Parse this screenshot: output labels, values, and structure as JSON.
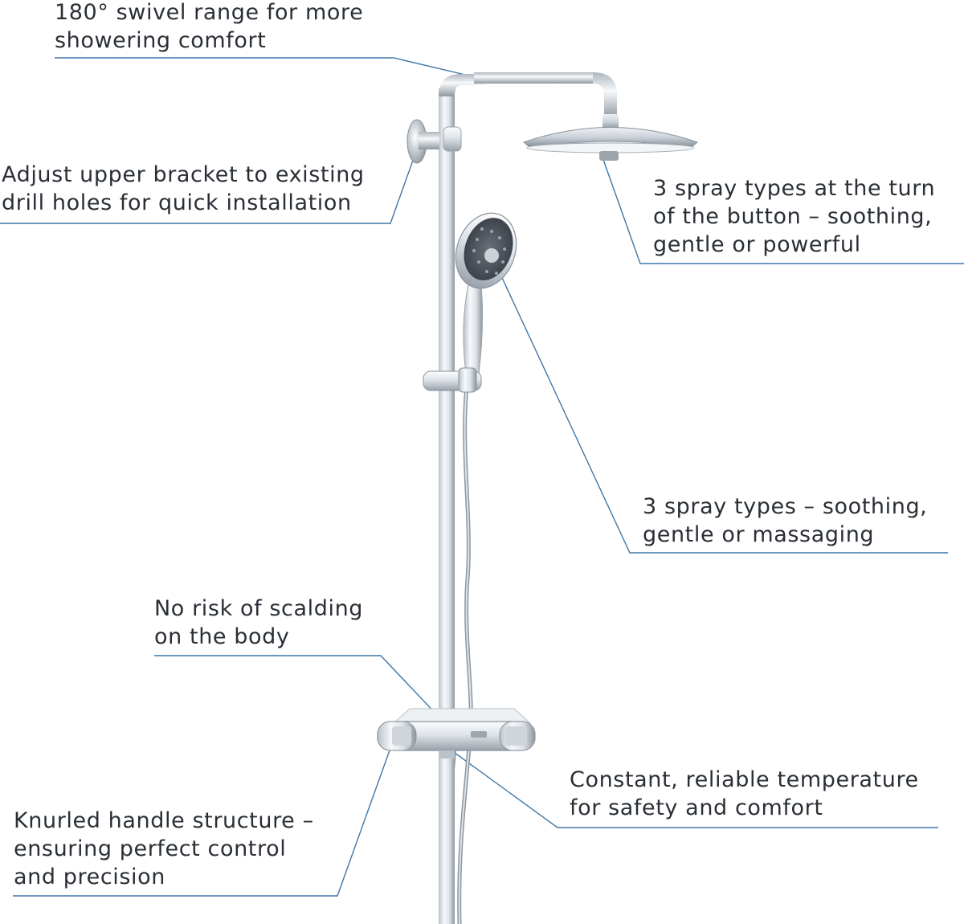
{
  "diagram": {
    "colors": {
      "callout_line": "#3f77a8",
      "chrome_light": "#f4f6f8",
      "chrome_mid": "#c5ccd3",
      "chrome_dark": "#737c86",
      "spray_face": "#4a5058",
      "text": "#2a2f36"
    },
    "callouts": [
      {
        "id": "swivel",
        "lines": [
          "180° swivel range for more",
          "showering comfort"
        ]
      },
      {
        "id": "bracket",
        "lines": [
          "Adjust upper bracket to existing",
          "drill holes for quick installation"
        ]
      },
      {
        "id": "head-spray",
        "lines": [
          "3 spray types at the turn",
          "of the button – soothing,",
          "gentle or powerful"
        ]
      },
      {
        "id": "hand-spray",
        "lines": [
          "3 spray types – soothing,",
          "gentle or massaging"
        ]
      },
      {
        "id": "scalding",
        "lines": [
          "No risk of scalding",
          "on the body"
        ]
      },
      {
        "id": "temperature",
        "lines": [
          "Constant, reliable temperature",
          "for safety and comfort"
        ]
      },
      {
        "id": "knurled",
        "lines": [
          "Knurled handle structure –",
          "ensuring perfect control",
          "and precision"
        ]
      }
    ]
  }
}
